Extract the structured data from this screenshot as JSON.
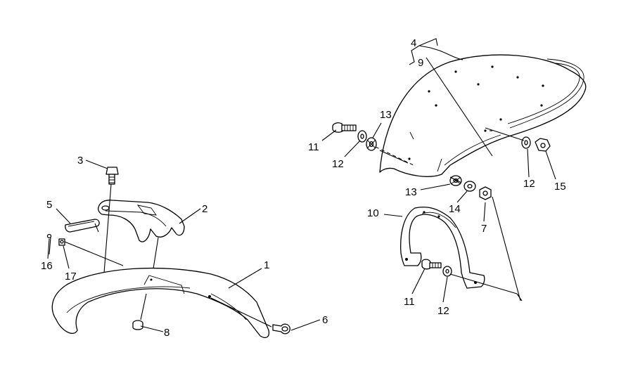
{
  "diagram": {
    "callouts": [
      {
        "id": "c1",
        "text": "1"
      },
      {
        "id": "c2",
        "text": "2"
      },
      {
        "id": "c3",
        "text": "3"
      },
      {
        "id": "c4",
        "text": "4"
      },
      {
        "id": "c5",
        "text": "5"
      },
      {
        "id": "c6",
        "text": "6"
      },
      {
        "id": "c7",
        "text": "7"
      },
      {
        "id": "c8",
        "text": "8"
      },
      {
        "id": "c9",
        "text": "9"
      },
      {
        "id": "c10",
        "text": "10"
      },
      {
        "id": "c11a",
        "text": "11"
      },
      {
        "id": "c11b",
        "text": "11"
      },
      {
        "id": "c12a",
        "text": "12"
      },
      {
        "id": "c12b",
        "text": "12"
      },
      {
        "id": "c12c",
        "text": "12"
      },
      {
        "id": "c13a",
        "text": "13"
      },
      {
        "id": "c13b",
        "text": "13"
      },
      {
        "id": "c14",
        "text": "14"
      },
      {
        "id": "c15",
        "text": "15"
      },
      {
        "id": "c16",
        "text": "16"
      },
      {
        "id": "c17",
        "text": "17"
      }
    ]
  }
}
